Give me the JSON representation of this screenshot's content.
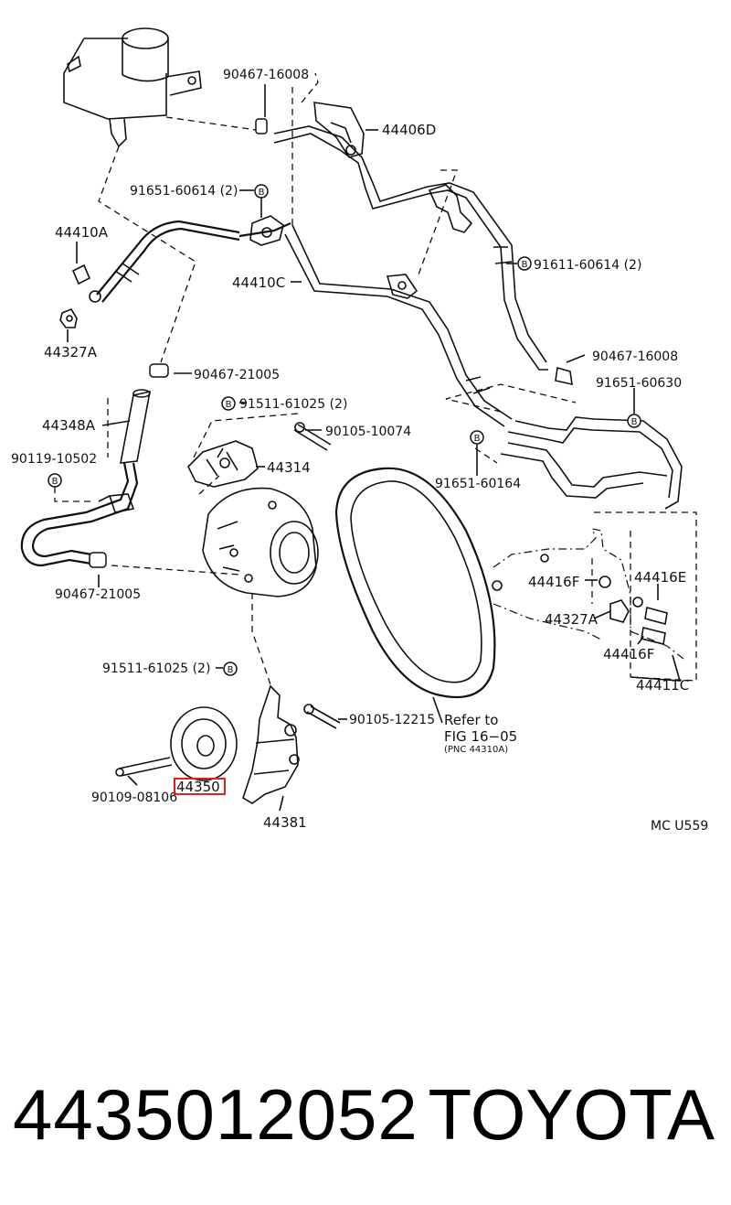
{
  "diagram": {
    "parts": {
      "p90467_16008_top": "90467-16008",
      "p44406D": "44406D",
      "p91651_60614": "91651-60614 (2)",
      "p44410A": "44410A",
      "p91611_60614": "91611-60614 (2)",
      "p44410C": "44410C",
      "p44327A_left": "44327A",
      "p90467_16008_right": "90467-16008",
      "p90467_21005_upper": "90467-21005",
      "p91651_60630": "91651-60630",
      "p91511_61025_upper": "91511-61025 (2)",
      "p44348A": "44348A",
      "p90105_10074": "90105-10074",
      "p90119_10502": "90119-10502",
      "p44314": "44314",
      "p91651_60164": "91651-60164",
      "p90467_21005_lower": "90467-21005",
      "p44416F_left": "44416F",
      "p44416E": "44416E",
      "p44327A_right": "44327A",
      "p44416F_right": "44416F",
      "p91511_61025_lower": "91511-61025 (2)",
      "p44411C": "44411C",
      "p90105_12215": "90105-12215",
      "refer_line1": "Refer to",
      "refer_line2": "FIG 16−05",
      "refer_line3": "(PNC 44310A)",
      "p90109_08106": "90109-08106",
      "p44350_highlighted": "44350",
      "p44381": "44381",
      "ref_code": "MC U559"
    },
    "bolt_marker": "B",
    "highlight_color": "#e02020"
  },
  "footer": {
    "part_number": "4435012052",
    "brand": "TOYOTA"
  }
}
